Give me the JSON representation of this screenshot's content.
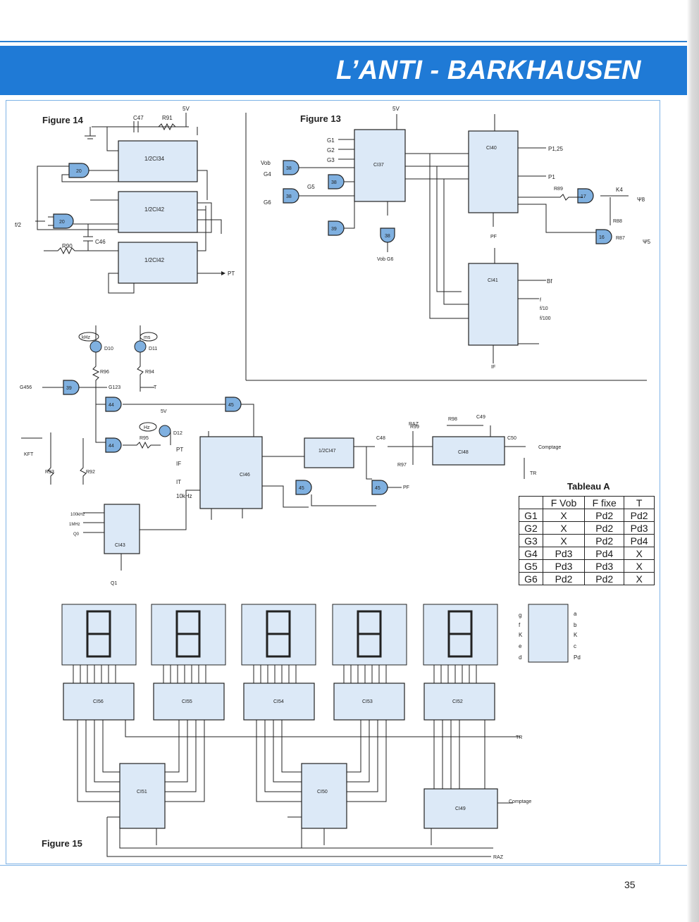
{
  "header": {
    "title": "L’ANTI - BARKHAUSEN"
  },
  "figures": {
    "fig13": "Figure 13",
    "fig14": "Figure 14",
    "fig15": "Figure 15"
  },
  "table_a": {
    "title": "Tableau A",
    "columns": [
      "",
      "F Vob",
      "F fixe",
      "T"
    ],
    "rows": [
      [
        "G1",
        "X",
        "Pd2",
        "Pd2"
      ],
      [
        "G2",
        "X",
        "Pd2",
        "Pd3"
      ],
      [
        "G3",
        "X",
        "Pd2",
        "Pd4"
      ],
      [
        "G4",
        "Pd3",
        "Pd4",
        "X"
      ],
      [
        "G5",
        "Pd3",
        "Pd3",
        "X"
      ],
      [
        "G6",
        "Pd2",
        "Pd2",
        "X"
      ]
    ]
  },
  "page_number": "35",
  "schematic_labels": {
    "fig14": [
      "C47",
      "R91",
      "5V",
      "1/2CI34",
      "1/2CI42",
      "1/2CI42",
      "f/2",
      "R90",
      "C46",
      "PT"
    ],
    "fig13": [
      "5V",
      "CI37",
      "CI40",
      "CI41",
      "P1,25",
      "P1",
      "R89",
      "R88",
      "R87",
      "K4",
      "Ψ8",
      "Ψ5",
      "Bf",
      "f",
      "f/10",
      "f/100",
      "PF",
      "IF",
      "G1",
      "G2",
      "G3",
      "G4",
      "G5",
      "G6",
      "Vob",
      "Vob G6"
    ],
    "middle": [
      "kHz",
      "ms",
      "D10",
      "D11",
      "D12",
      "Hz",
      "R96",
      "R94",
      "R95",
      "R93",
      "R92",
      "G456",
      "G123",
      "T",
      "5V",
      "KFT",
      "CI46",
      "1/2CI47",
      "CI48",
      "CI43",
      "R98",
      "C49",
      "C48",
      "C50",
      "R97",
      "R99",
      "TR",
      "RAZ",
      "Comptage",
      "PF",
      "PT",
      "IF",
      "IT",
      "10kHz",
      "100kHz",
      "1MHz",
      "Q0",
      "Q1"
    ],
    "fig15": [
      "CI56",
      "CI55",
      "CI54",
      "CI53",
      "CI52",
      "CI51",
      "CI50",
      "CI49",
      "TR",
      "Comptage",
      "RAZ"
    ],
    "pinout_left": [
      "g",
      "f",
      "K",
      "e",
      "d"
    ],
    "pinout_right": [
      "a",
      "b",
      "K",
      "c",
      "Pd"
    ]
  }
}
